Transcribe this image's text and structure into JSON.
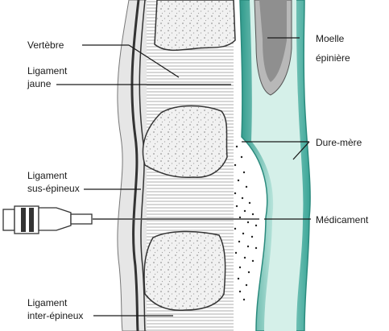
{
  "labels": {
    "vertebre": "Vertèbre",
    "ligament_jaune_1": "Ligament",
    "ligament_jaune_2": "jaune",
    "sus_epineux_1": "Ligament",
    "sus_epineux_2": "sus-épineux",
    "inter_epineux_1": "Ligament",
    "inter_epineux_2": "inter-épineux",
    "moelle_1": "Moelle",
    "moelle_2": "épinière",
    "dure_mere": "Dure-mère",
    "medicament": "Médicament"
  },
  "colors": {
    "bone_outline": "#333333",
    "bone_fill": "#f1f1f1",
    "ligament": "#c8c8c8",
    "dura_teal": "#3aa597",
    "csf_light": "#c7ece4",
    "spinal_cord": "#b5b5b5",
    "syringe": "#444444"
  }
}
